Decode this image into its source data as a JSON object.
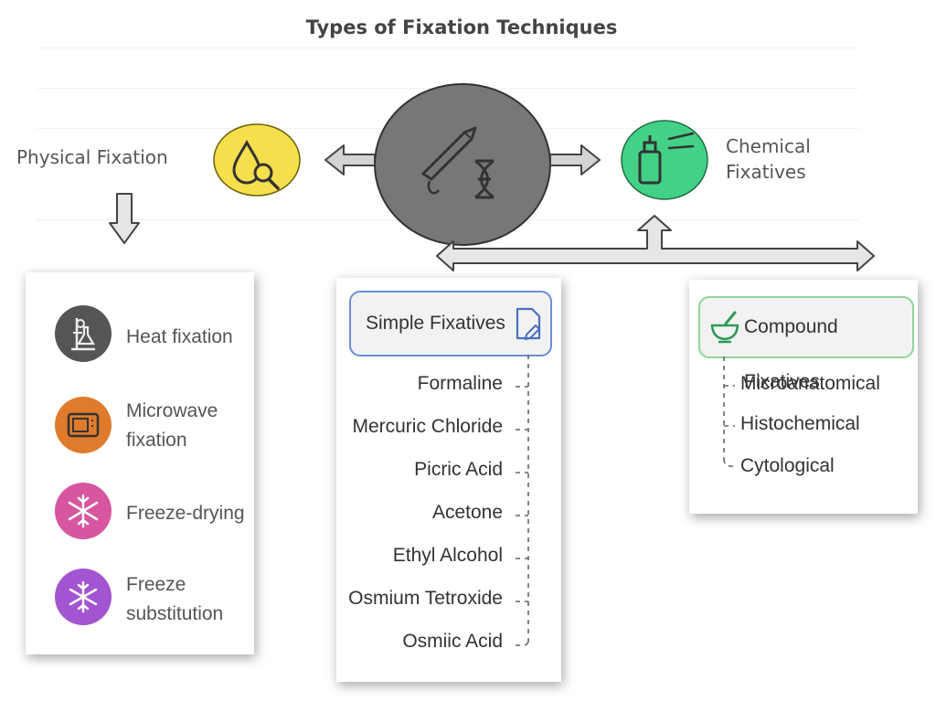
{
  "title": "Types of Fixation Techniques",
  "physical": {
    "label": "Physical Fixation",
    "items": [
      {
        "label": "Heat fixation",
        "icon": "lab-equipment-icon",
        "color": "#555555"
      },
      {
        "label_line1": "Microwave",
        "label_line2": "fixation",
        "icon": "microwave-icon",
        "color": "#e07b2c"
      },
      {
        "label": "Freeze-drying",
        "icon": "snowflake-icon",
        "color": "#d6569f"
      },
      {
        "label_line1": "Freeze",
        "label_line2": "substitution",
        "icon": "snowflake-badge-icon",
        "color": "#a254d1"
      }
    ]
  },
  "chemical": {
    "label_line1": "Chemical",
    "label_line2": "Fixatives"
  },
  "simple": {
    "header": "Simple Fixatives",
    "items": [
      "Formaline",
      "Mercuric Chloride",
      "Picric Acid",
      "Acetone",
      "Ethyl Alcohol",
      "Osmium Tetroxide",
      "Osmiic Acid"
    ]
  },
  "compound": {
    "header": "Compound Fixatives",
    "items": [
      "Microanatomical",
      "Histochemical",
      "Cytological"
    ]
  },
  "colors": {
    "physical_icon": "#f5df4d",
    "center_circle": "#777777",
    "chemical_icon": "#42d187",
    "simple_border": "#6b8fd6",
    "compound_border": "#8fd4a0"
  }
}
